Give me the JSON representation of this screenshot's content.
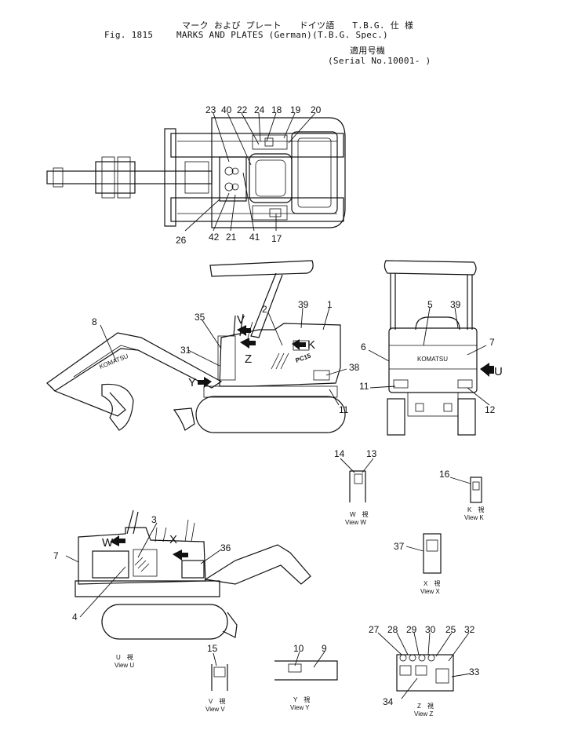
{
  "header": {
    "jp_title": "マーク および プレート　　ドイツ語　　T.B.G. 仕 様",
    "fig": "Fig. 1815",
    "en_title": "MARKS AND PLATES (German)(T.B.G. Spec.)",
    "jp_serial": "適用号機",
    "serial": "(Serial No.10001- )"
  },
  "callouts": [
    "1",
    "2",
    "3",
    "4",
    "5",
    "6",
    "7",
    "8",
    "9",
    "10",
    "11",
    "12",
    "13",
    "14",
    "15",
    "16",
    "17",
    "18",
    "19",
    "20",
    "21",
    "22",
    "23",
    "24",
    "25",
    "26",
    "27",
    "28",
    "29",
    "30",
    "31",
    "32",
    "33",
    "34",
    "35",
    "36",
    "37",
    "38",
    "39",
    "40",
    "41",
    "42"
  ],
  "view_arrows": [
    "V",
    "Z",
    "K",
    "Y",
    "U",
    "W",
    "X"
  ],
  "views": {
    "W": {
      "jp": "W　視",
      "en": "View W"
    },
    "K": {
      "jp": "K　視",
      "en": "View K"
    },
    "X": {
      "jp": "X　視",
      "en": "View X"
    },
    "U": {
      "jp": "U　視",
      "en": "View U"
    },
    "V": {
      "jp": "V　視",
      "en": "View V"
    },
    "Y": {
      "jp": "Y　視",
      "en": "View Y"
    },
    "Z": {
      "jp": "Z　視",
      "en": "View Z"
    }
  },
  "brand_marks": {
    "side": "KOMATSU",
    "rear": "KOMATSU",
    "model": "PC15"
  }
}
